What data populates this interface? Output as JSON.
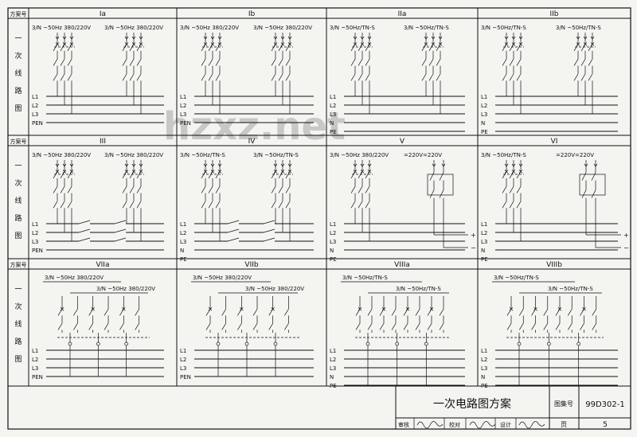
{
  "side_header": "方案号",
  "side_label": [
    "一",
    "次",
    "线",
    "路",
    "图"
  ],
  "panels": [
    {
      "id": "Ia",
      "supply": [
        "3/N ~50Hz 380/220V",
        "3/N ~50Hz 380/220V"
      ],
      "buses": [
        "L1",
        "L2",
        "L3",
        "PEN"
      ]
    },
    {
      "id": "Ib",
      "supply": [
        "3/N ~50Hz 380/220V",
        "3/N ~50Hz 380/220V"
      ],
      "buses": [
        "L1",
        "L2",
        "L3",
        "PEN"
      ]
    },
    {
      "id": "IIa",
      "supply": [
        "3/N ~50Hz/TN-S",
        "3/N ~50Hz/TN-S"
      ],
      "buses": [
        "L1",
        "L2",
        "L3",
        "N",
        "PE"
      ]
    },
    {
      "id": "IIb",
      "supply": [
        "3/N ~50Hz/TN-S",
        "3/N ~50Hz/TN-S"
      ],
      "buses": [
        "L1",
        "L2",
        "L3",
        "N",
        "PE"
      ]
    },
    {
      "id": "III",
      "supply": [
        "3/N ~50Hz 380/220V",
        "3/N ~50Hz 380/220V"
      ],
      "buses": [
        "L1",
        "L2",
        "L3",
        "PEN"
      ]
    },
    {
      "id": "IV",
      "supply": [
        "3/N ~50Hz/TN-S",
        "3/N ~50Hz/TN-S"
      ],
      "buses": [
        "L1",
        "L2",
        "L3",
        "N",
        "PE"
      ]
    },
    {
      "id": "V",
      "supply": [
        "3/N ~50Hz 380/220V",
        "=220V"
      ],
      "buses": [
        "L1",
        "L2",
        "L3",
        "N",
        "PE"
      ],
      "dc": [
        "+",
        "−"
      ]
    },
    {
      "id": "VI",
      "supply": [
        "3/N ~50Hz/TN-S",
        "=220V"
      ],
      "buses": [
        "L1",
        "L2",
        "L3",
        "N",
        "PE"
      ],
      "dc": [
        "+",
        "−"
      ]
    },
    {
      "id": "VIIa",
      "supply": [
        "3/N ~50Hz 380/220V",
        "3/N ~50Hz 380/220V"
      ],
      "buses": [
        "L1",
        "L2",
        "L3",
        "PEN"
      ]
    },
    {
      "id": "VIIb",
      "supply": [
        "3/N ~50Hz 380/220V",
        "3/N ~50Hz 380/220V"
      ],
      "buses": [
        "L1",
        "L2",
        "L3",
        "PEN"
      ]
    },
    {
      "id": "VIIIa",
      "supply": [
        "3/N ~50Hz/TN-S",
        "3/N ~50Hz/TN-S"
      ],
      "buses": [
        "L1",
        "L2",
        "L3",
        "N",
        "PE"
      ]
    },
    {
      "id": "VIIIb",
      "supply": [
        "3/N ~50Hz/TN-S",
        "3/N ~50Hz/TN-S"
      ],
      "buses": [
        "L1",
        "L2",
        "L3",
        "N",
        "PE"
      ]
    }
  ],
  "title_block": {
    "drawing_title": "一次电路图方案",
    "atlas_label": "图集号",
    "atlas_no": "99D302-1",
    "review_label": "审核",
    "check_label": "校对",
    "design_label": "设计",
    "page_label": "页",
    "page_no": "5"
  },
  "watermark": "hzxz.net"
}
